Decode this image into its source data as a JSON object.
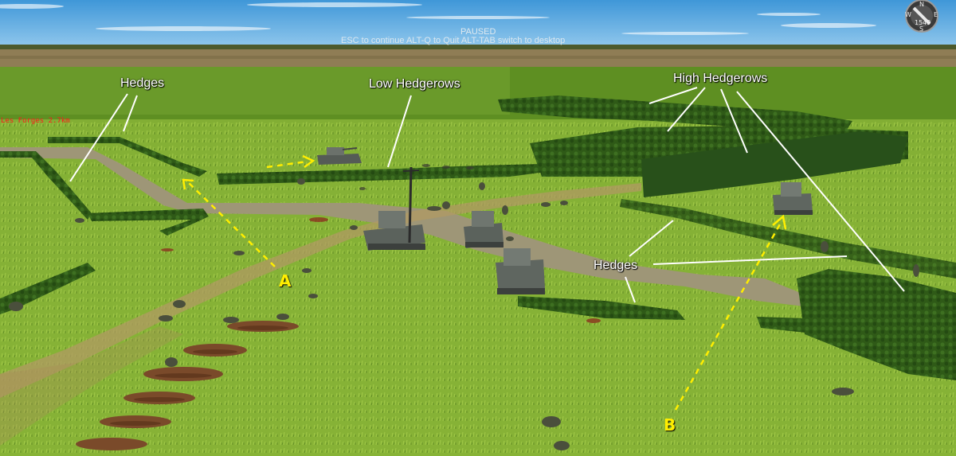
{
  "hud": {
    "paused_title": "PAUSED",
    "paused_hint": "ESC to continue    ALT-Q to Quit    ALT-TAB switch to desktop",
    "place_marker": "Les Forges 2.7km",
    "compass": {
      "heading": "1549",
      "north": "N",
      "east": "E",
      "south": "S",
      "west": "W"
    }
  },
  "annotations": {
    "hedges_left": "Hedges",
    "low_hedgerows": "Low Hedgerows",
    "high_hedgerows": "High Hedgerows",
    "hedges_right": "Hedges",
    "marker_a": "A",
    "marker_b": "B"
  },
  "colors": {
    "annotation_line": "#ffffff",
    "path_arrow": "#ffee00",
    "hud_alert": "#ff1a1a"
  }
}
